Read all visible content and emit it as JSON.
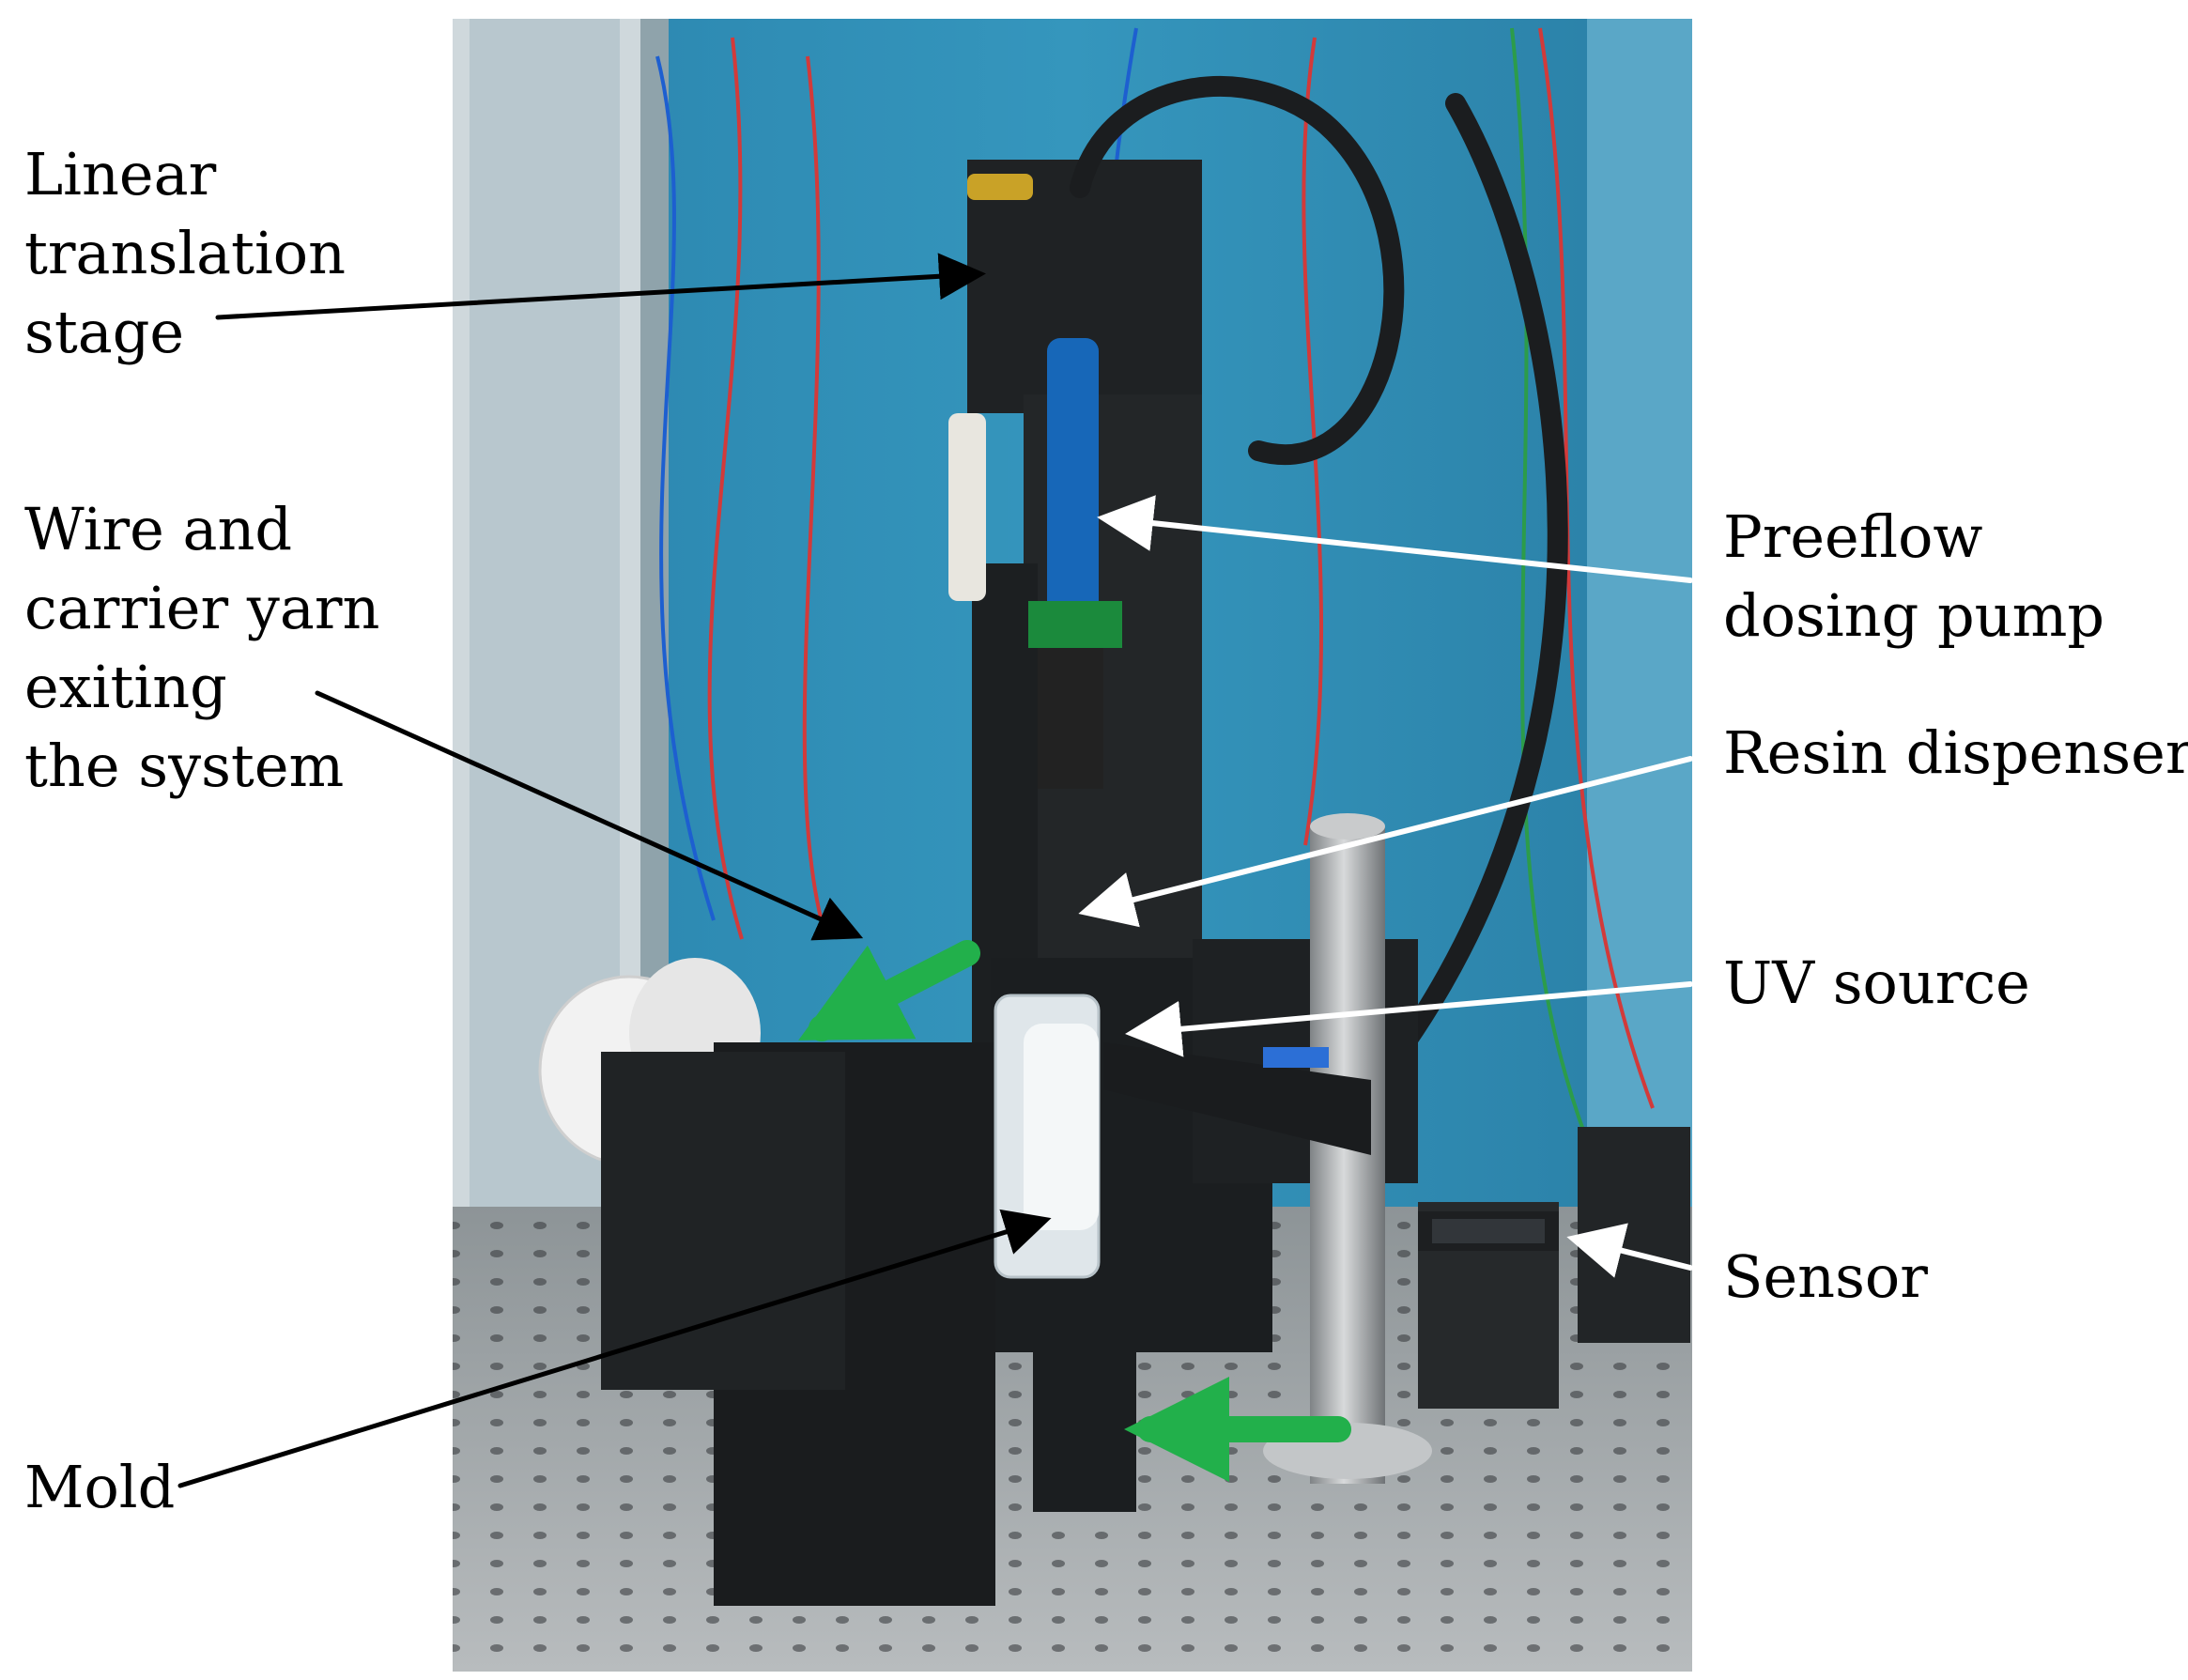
{
  "labels": {
    "linear_stage": [
      "Linear",
      "translation",
      "stage"
    ],
    "wire_carrier": [
      "Wire and",
      "carrier yarn",
      "exiting",
      "the system"
    ],
    "mold": [
      "Mold"
    ],
    "preeflow": [
      "Preeflow",
      "dosing pump"
    ],
    "resin": [
      "Resin dispenser"
    ],
    "uv": [
      "UV source"
    ],
    "sensor": [
      "Sensor"
    ]
  },
  "colors": {
    "arrow_black": "#000000",
    "arrow_white": "#ffffff",
    "arrow_green": "#22b04b",
    "cabinet_blue": "#2f8fb4",
    "table_gray": "#a9acae"
  }
}
